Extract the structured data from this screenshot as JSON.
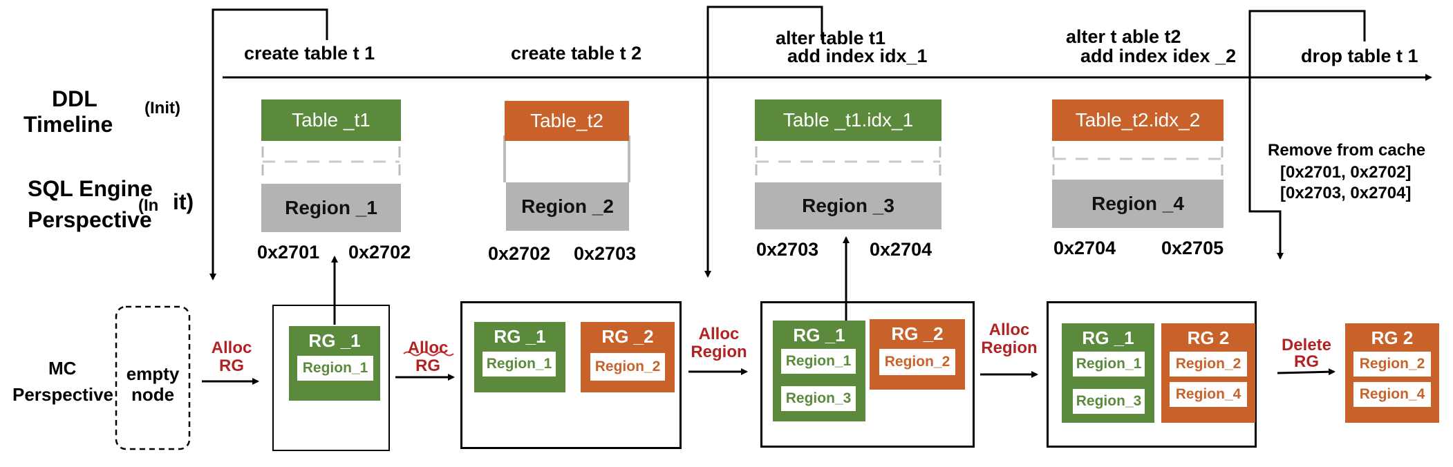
{
  "left_labels": {
    "ddl": "DDL",
    "timeline": "Timeline",
    "init1": "(Init)",
    "sql_engine": "SQL Engine",
    "init2_a": "(In",
    "init2_b": "it)",
    "perspective": "Perspective",
    "mc": "MC",
    "mc_perspective": "Perspective",
    "empty_node_line1": "empty",
    "empty_node_line2": "node"
  },
  "ddl_events": {
    "e1": "create table t 1",
    "e2": "create table t 2",
    "e3_line1": "alter table t1",
    "e3_line2": "add index idx_1",
    "e4_line1": "alter t able t2",
    "e4_line2": "add index idex _2",
    "e5": "drop table t 1"
  },
  "tables": {
    "t1": "Table _t1",
    "t2": "Table_t2",
    "t3": "Table _t1.idx_1",
    "t4": "Table_t2.idx_2"
  },
  "regions": {
    "r1": "Region _1",
    "r2": "Region _2",
    "r3": "Region _3",
    "r4": "Region _4"
  },
  "addresses": {
    "a1l": "0x2701",
    "a1r": "0x2702",
    "a2l": "0x2702",
    "a2r": "0x2703",
    "a3l": "0x2703",
    "a3r": "0x2704",
    "a4l": "0x2704",
    "a4r": "0x2705"
  },
  "cache": {
    "line1": "Remove from cache",
    "line2": "[0x2701, 0x2702]",
    "line3": "[0x2703, 0x2704]"
  },
  "actions": {
    "a1_1": "Alloc",
    "a1_2": "RG",
    "a2_1": "Alloc",
    "a2_2": "RG",
    "a3_1": "Alloc",
    "a3_2": "Region",
    "a4_1": "Alloc",
    "a4_2": "Region",
    "a5_1": "Delete",
    "a5_2": "RG"
  },
  "rg": {
    "rg1": "RG _1",
    "rg2_a": "RG _2",
    "rg2_b": "RG  2",
    "region_1": "Region_1",
    "region_2": "Region_2",
    "region_3": "Region_3",
    "region_4": "Region_4"
  },
  "colors": {
    "green": "#5b8a3c",
    "orange": "#c8622a",
    "gray": "#b3b3b3",
    "red_text": "#b22222"
  }
}
